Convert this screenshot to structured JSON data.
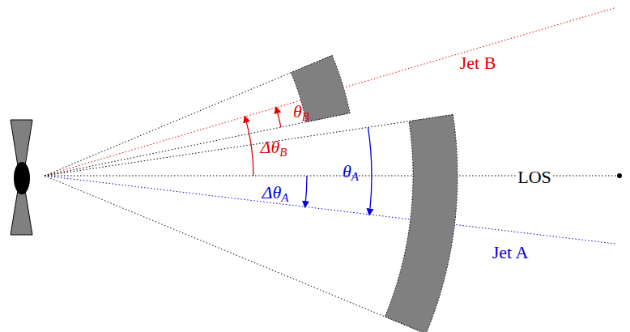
{
  "diagram": {
    "labels": [
      "Jet B",
      "θB",
      "ΔθB",
      "θA",
      "LOS",
      "ΔθA",
      "Jet A"
    ]
  }
}
